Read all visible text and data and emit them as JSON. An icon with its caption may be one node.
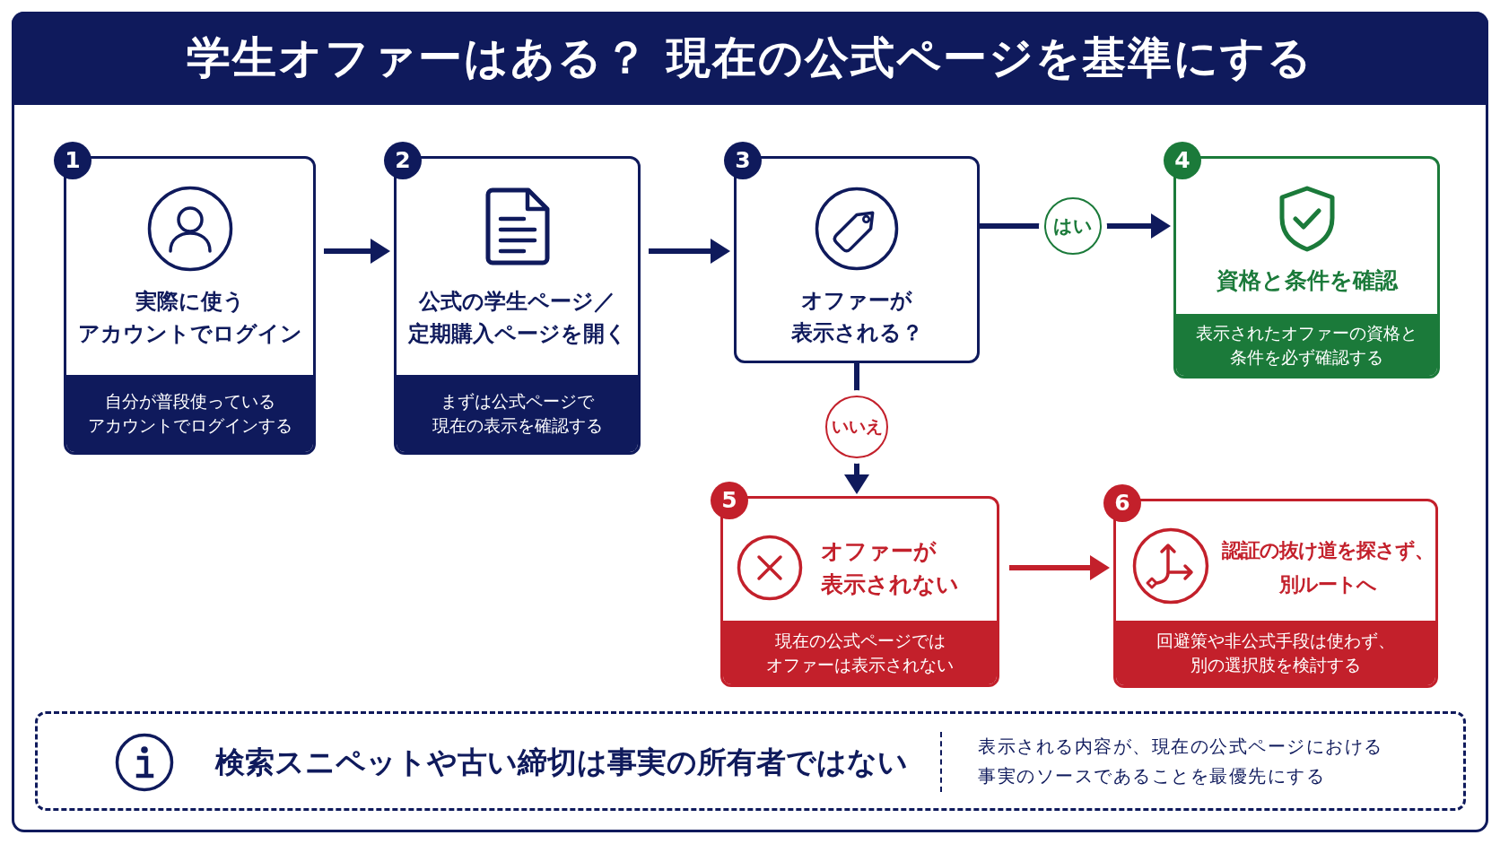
{
  "diagram": {
    "title": "学生オファーはある？ 現在の公式ページを基準にする",
    "nodes": [
      {
        "text": [
          "1",
          "実際に使うアカウントでログイン",
          "自分が普段使っているアカウントでログインする"
        ]
      },
      {
        "text": [
          "2",
          "公式の学生ページ／定期購入ページを開く",
          "まずは公式ページで現在の表示を確認する"
        ]
      },
      {
        "text": [
          "3",
          "オファーが表示される？"
        ]
      },
      {
        "text": [
          "4",
          "資格と条件を確認",
          "表示されたオファーの資格と条件を必ず確認する"
        ]
      },
      {
        "text": [
          "5",
          "オファーが表示されない",
          "現在の公式ページではオファーは表示されない"
        ]
      },
      {
        "text": [
          "6",
          "認証の抜け道を探さず、別ルートへ",
          "回避策や非公式手段は使わず、別の選択肢を検討する"
        ]
      },
      {
        "text": [
          "検索スニペットや古い締切は事実の所有者ではない",
          "表示される内容が、現在の公式ページにおける事実のソースであることを最優先にする"
        ]
      }
    ],
    "edges": [
      {
        "from": 0,
        "to": 1,
        "arrow": "to"
      },
      {
        "from": 1,
        "to": 2,
        "arrow": "to"
      },
      {
        "from": 2,
        "to": 3,
        "arrow": "to",
        "label": "はい"
      },
      {
        "from": 2,
        "to": 4,
        "arrow": "to",
        "label": "いいえ"
      },
      {
        "from": 4,
        "to": 5,
        "arrow": "to",
        "color": "#c3202b"
      }
    ]
  }
}
